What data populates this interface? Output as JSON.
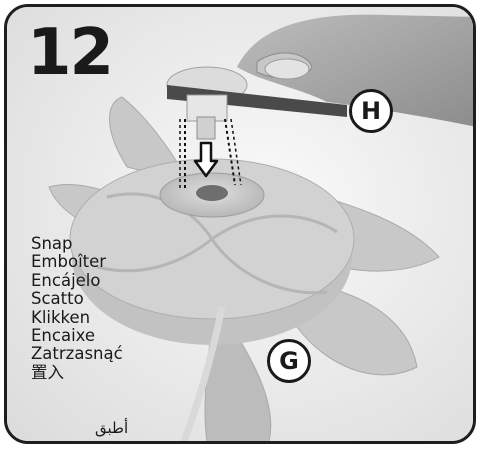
{
  "step_number": "12",
  "callouts": {
    "top_part": "H",
    "bottom_part": "G"
  },
  "action_labels": [
    "Snap",
    "Emboîter",
    "Encájelo",
    "Scatto",
    "Klikken",
    "Encaixe",
    "Zatrzasnąć",
    "置入"
  ],
  "arabic_label": "أطبق",
  "colors": {
    "frame": "#1e1e1e",
    "text": "#1a1a1a",
    "background": "#f2f2f2"
  }
}
